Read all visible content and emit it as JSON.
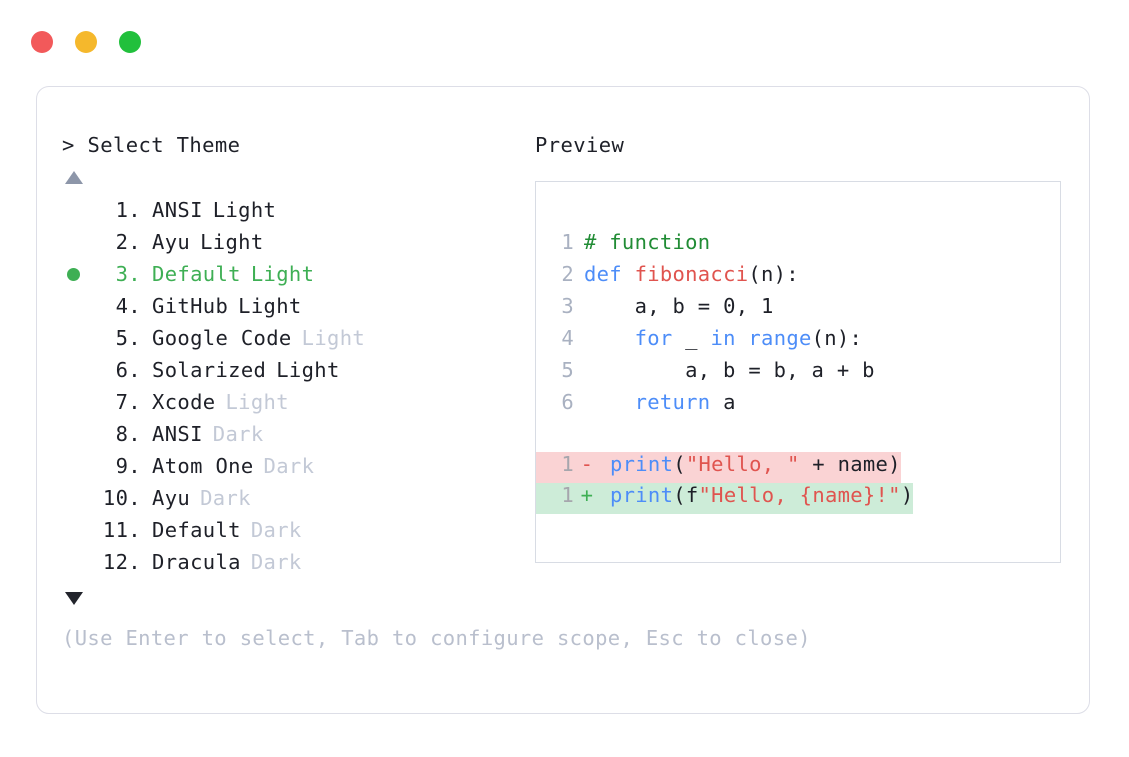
{
  "window": {
    "traffic_lights": [
      {
        "name": "close-button",
        "color": "#f2595a"
      },
      {
        "name": "minimize-button",
        "color": "#f5b82c"
      },
      {
        "name": "maximize-button",
        "color": "#21c03c"
      }
    ]
  },
  "selector": {
    "prompt": "> Select Theme",
    "scroll_up_icon": "triangle-up-icon",
    "scroll_down_icon": "triangle-down-icon",
    "selected_index": 3,
    "selected_color": "#3eaf54",
    "items": [
      {
        "index": "1.",
        "name": "ANSI",
        "variant": "Light",
        "variant_muted": false,
        "selected": false
      },
      {
        "index": "2.",
        "name": "Ayu",
        "variant": "Light",
        "variant_muted": false,
        "selected": false
      },
      {
        "index": "3.",
        "name": "Default",
        "variant": "Light",
        "variant_muted": false,
        "selected": true
      },
      {
        "index": "4.",
        "name": "GitHub",
        "variant": "Light",
        "variant_muted": false,
        "selected": false
      },
      {
        "index": "5.",
        "name": "Google Code",
        "variant": "Light",
        "variant_muted": true,
        "selected": false
      },
      {
        "index": "6.",
        "name": "Solarized",
        "variant": "Light",
        "variant_muted": false,
        "selected": false
      },
      {
        "index": "7.",
        "name": "Xcode",
        "variant": "Light",
        "variant_muted": true,
        "selected": false
      },
      {
        "index": "8.",
        "name": "ANSI",
        "variant": "Dark",
        "variant_muted": true,
        "selected": false
      },
      {
        "index": "9.",
        "name": "Atom One",
        "variant": "Dark",
        "variant_muted": true,
        "selected": false
      },
      {
        "index": "10.",
        "name": "Ayu",
        "variant": "Dark",
        "variant_muted": true,
        "selected": false
      },
      {
        "index": "11.",
        "name": "Default",
        "variant": "Dark",
        "variant_muted": true,
        "selected": false
      },
      {
        "index": "12.",
        "name": "Dracula",
        "variant": "Dark",
        "variant_muted": true,
        "selected": false
      }
    ],
    "footer_hint": "(Use Enter to select, Tab to configure scope, Esc to close)"
  },
  "preview": {
    "title": "Preview",
    "code_lines": [
      {
        "num": "1",
        "tokens": [
          {
            "t": "# function",
            "c": "tok-comment"
          }
        ]
      },
      {
        "num": "2",
        "tokens": [
          {
            "t": "def ",
            "c": "tok-keyword"
          },
          {
            "t": "fibonacci",
            "c": "tok-func"
          },
          {
            "t": "(n):",
            "c": "tok-plain"
          }
        ]
      },
      {
        "num": "3",
        "tokens": [
          {
            "t": "    a, b = ",
            "c": "tok-plain"
          },
          {
            "t": "0",
            "c": "tok-number"
          },
          {
            "t": ", ",
            "c": "tok-plain"
          },
          {
            "t": "1",
            "c": "tok-number"
          }
        ]
      },
      {
        "num": "4",
        "tokens": [
          {
            "t": "    ",
            "c": "tok-plain"
          },
          {
            "t": "for",
            "c": "tok-keyword"
          },
          {
            "t": " _ ",
            "c": "tok-plain"
          },
          {
            "t": "in",
            "c": "tok-keyword"
          },
          {
            "t": " ",
            "c": "tok-plain"
          },
          {
            "t": "range",
            "c": "tok-builtin"
          },
          {
            "t": "(n):",
            "c": "tok-plain"
          }
        ]
      },
      {
        "num": "5",
        "tokens": [
          {
            "t": "        a, b = b, a + b",
            "c": "tok-plain"
          }
        ]
      },
      {
        "num": "6",
        "tokens": [
          {
            "t": "    ",
            "c": "tok-plain"
          },
          {
            "t": "return",
            "c": "tok-keyword"
          },
          {
            "t": " a",
            "c": "tok-plain"
          }
        ]
      }
    ],
    "diff_lines": [
      {
        "num": "1",
        "kind": "del",
        "sign": "-",
        "bg": "#fad3d4",
        "tokens": [
          {
            "t": "print",
            "c": "tok-builtin"
          },
          {
            "t": "(",
            "c": "tok-plain"
          },
          {
            "t": "\"Hello, \"",
            "c": "tok-string"
          },
          {
            "t": " + name)",
            "c": "tok-plain"
          }
        ]
      },
      {
        "num": "1",
        "kind": "add",
        "sign": "+",
        "bg": "#cdecd8",
        "tokens": [
          {
            "t": "print",
            "c": "tok-builtin"
          },
          {
            "t": "(",
            "c": "tok-plain"
          },
          {
            "t": "f",
            "c": "tok-plain"
          },
          {
            "t": "\"Hello, ",
            "c": "tok-string"
          },
          {
            "t": "{name}",
            "c": "tok-string"
          },
          {
            "t": "!\"",
            "c": "tok-string"
          },
          {
            "t": ")",
            "c": "tok-plain"
          }
        ]
      }
    ]
  }
}
